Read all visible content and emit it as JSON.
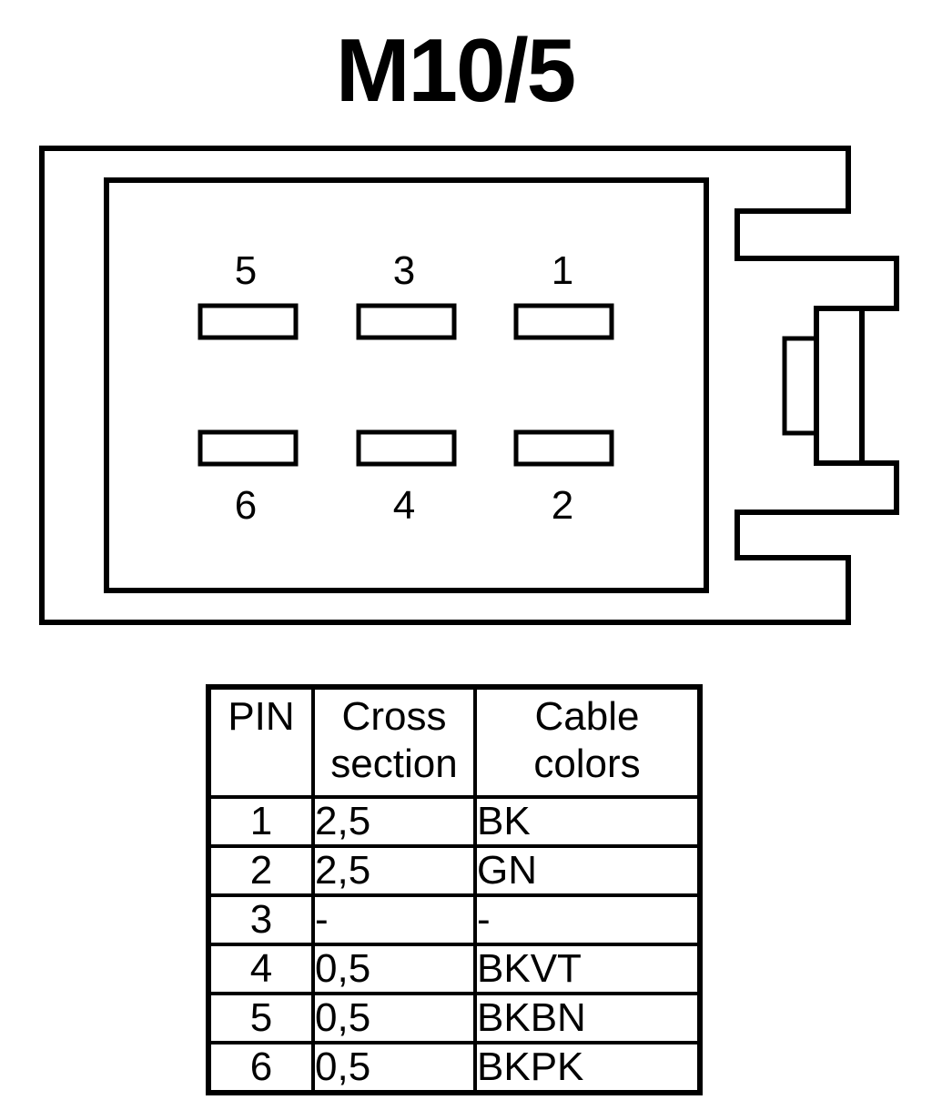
{
  "title": "M10/5",
  "pins": {
    "top": [
      "5",
      "3",
      "1"
    ],
    "bottom": [
      "6",
      "4",
      "2"
    ]
  },
  "table": {
    "headers": {
      "pin": "PIN",
      "cross_line1": "Cross",
      "cross_line2": "section",
      "color_line1": "Cable",
      "color_line2": "colors"
    },
    "rows": [
      {
        "pin": "1",
        "cross": "2,5",
        "color": "BK"
      },
      {
        "pin": "2",
        "cross": "2,5",
        "color": "GN"
      },
      {
        "pin": "3",
        "cross": "-",
        "color": "-"
      },
      {
        "pin": "4",
        "cross": "0,5",
        "color": "BKVT"
      },
      {
        "pin": "5",
        "cross": "0,5",
        "color": "BKBN"
      },
      {
        "pin": "6",
        "cross": "0,5",
        "color": "BKPK"
      }
    ]
  },
  "colors": {
    "line": "#000000",
    "background": "#ffffff"
  }
}
